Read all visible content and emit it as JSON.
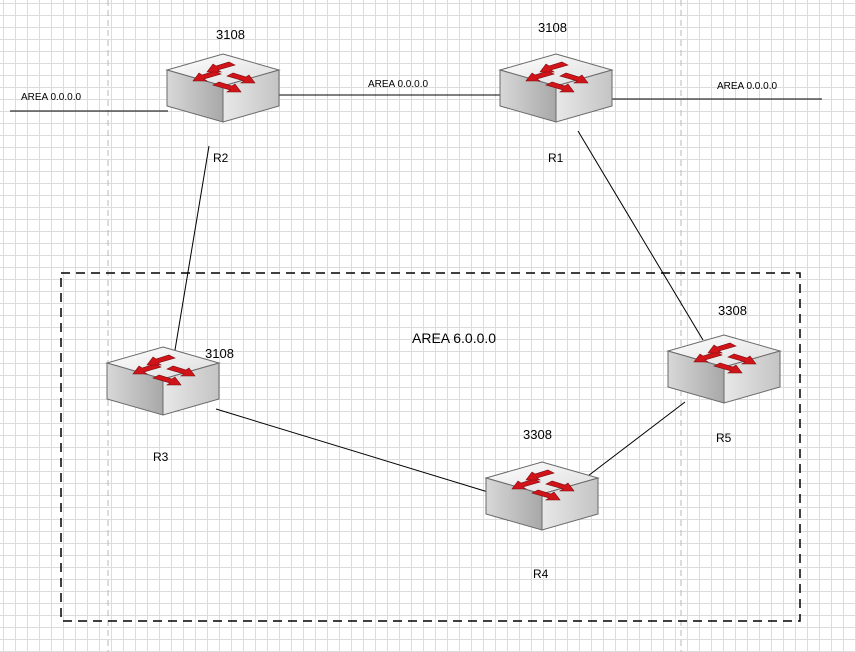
{
  "areas": {
    "backbone_left": "AREA 0.0.0.0",
    "backbone_middle": "AREA 0.0.0.0",
    "backbone_right": "AREA 0.0.0.0",
    "area6": "AREA 6.0.0.0"
  },
  "routers": {
    "r1": {
      "name": "R1",
      "model": "3108"
    },
    "r2": {
      "name": "R2",
      "model": "3108"
    },
    "r3": {
      "name": "R3",
      "model": "3108"
    },
    "r4": {
      "name": "R4",
      "model": "3308"
    },
    "r5": {
      "name": "R5",
      "model": "3308"
    }
  },
  "colors": {
    "arrow": "#d0141a",
    "line": "#000000",
    "guide": "#b8b8b8"
  }
}
